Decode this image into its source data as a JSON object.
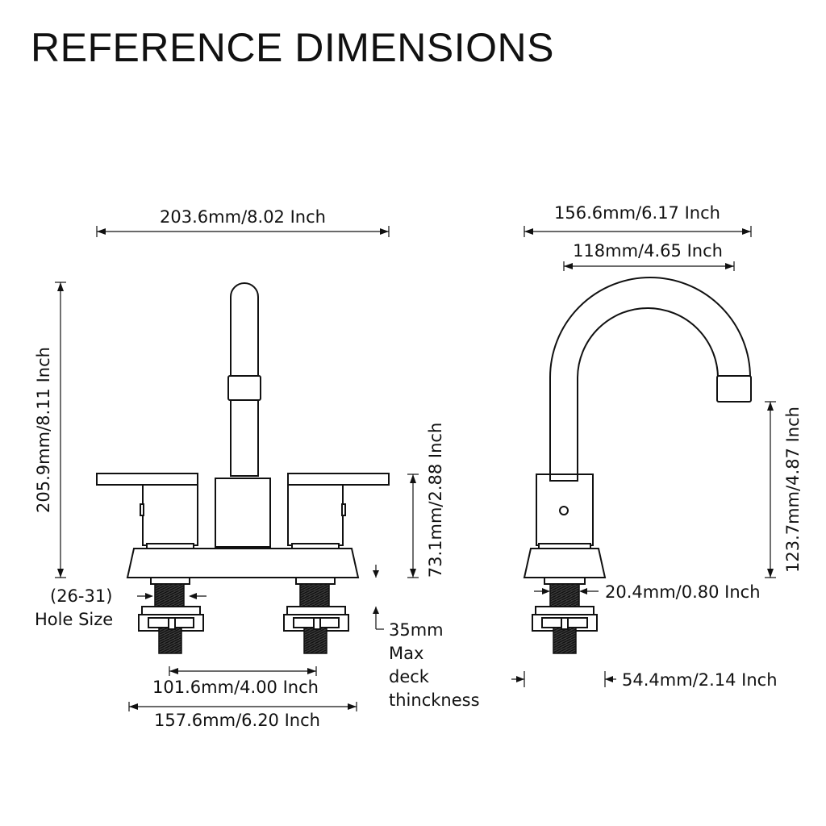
{
  "title": "REFERENCE DIMENSIONS",
  "front_view": {
    "overall_width": "203.6mm/8.02 Inch",
    "overall_height": "205.9mm/8.11 Inch",
    "handle_height": "73.1mm/2.88 Inch",
    "hole_size_range": "(26-31)",
    "hole_size_label": "Hole Size",
    "deck_thickness_value": "35mm",
    "deck_thickness_line1": "Max",
    "deck_thickness_line2": "deck",
    "deck_thickness_line3": "thinckness",
    "center_spacing": "101.6mm/4.00 Inch",
    "base_width": "157.6mm/6.20 Inch"
  },
  "side_view": {
    "reach_overall": "156.6mm/6.17 Inch",
    "reach_spout": "118mm/4.65 Inch",
    "spout_height": "123.7mm/4.87 Inch",
    "shank_diameter": "20.4mm/0.80 Inch",
    "base_depth": "54.4mm/2.14 Inch"
  },
  "colors": {
    "line": "#111111",
    "background": "#ffffff"
  }
}
